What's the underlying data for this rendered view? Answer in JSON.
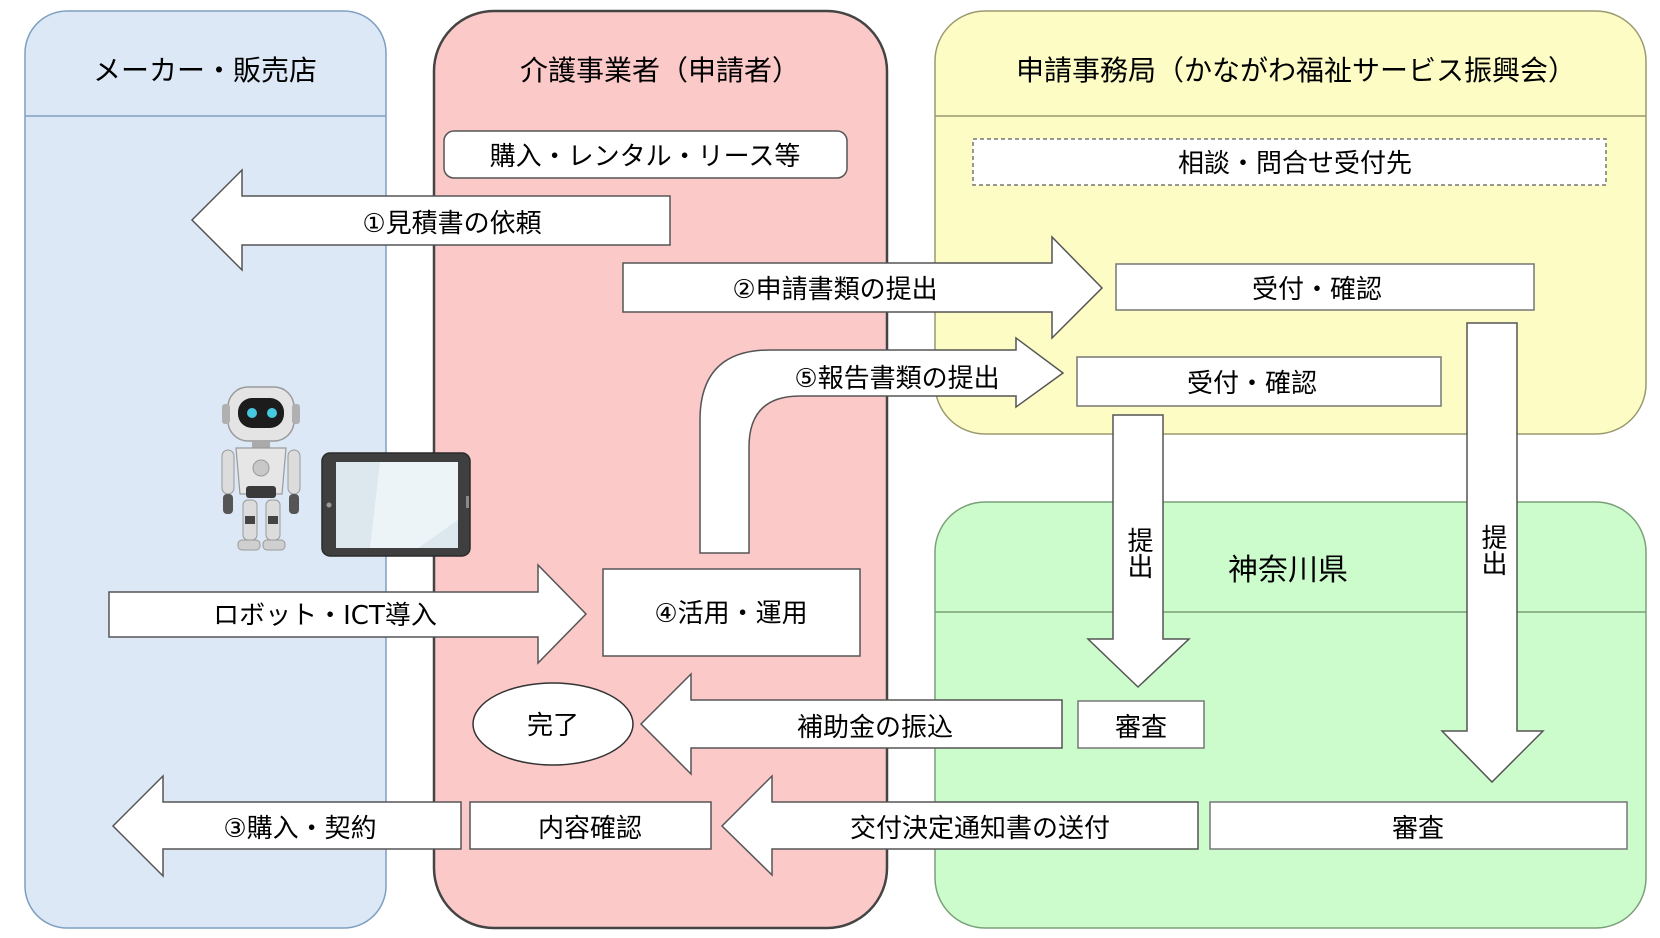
{
  "colors": {
    "maker": "#dce8f6",
    "applicant": "#fcc9c9",
    "office": "#fcfcc4",
    "prefecture": "#ccfccc",
    "stroke": "#555555",
    "box_fill": "#ffffff",
    "device_screen": "#dde8ee"
  },
  "lanes": {
    "maker": "メーカー・販売店",
    "applicant": "介護事業者（申請者）",
    "office": "申請事務局（かながわ福祉サービス振興会）",
    "prefecture": "神奈川県"
  },
  "boxes": {
    "purchase_rental": "購入・レンタル・リース等",
    "consult": "相談・問合せ受付先",
    "accept_check_1": "受付・確認",
    "accept_check_2": "受付・確認",
    "use_operate": "④活用・運用",
    "exam_small": "審査",
    "exam_bottom": "審査",
    "content_check": "内容確認",
    "complete": "完了"
  },
  "arrows": {
    "estimate_request": "①見積書の依頼",
    "application_submit": "②申請書類の提出",
    "report_submit": "⑤報告書類の提出",
    "robot_ict": "ロボット・ICT導入",
    "subsidy_transfer": "補助金の振込",
    "purchase_contract": "③購入・契約",
    "grant_notice": "交付決定通知書の送付",
    "submit_1": "提出",
    "submit_2": "提出"
  },
  "icons": {
    "robot": "robot-icon",
    "tablet": "tablet-icon"
  }
}
